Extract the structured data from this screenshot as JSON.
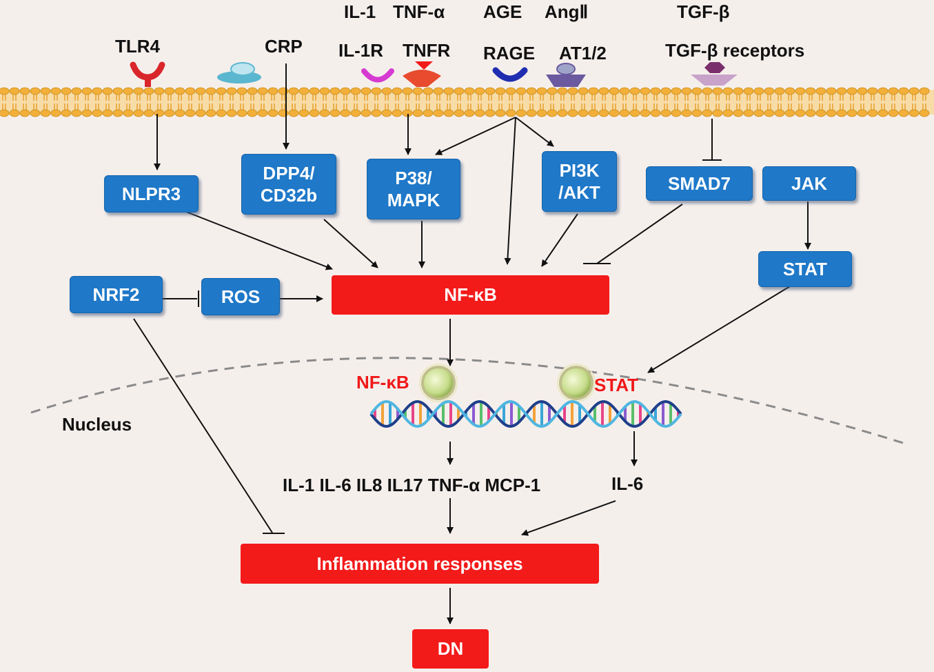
{
  "ligands": {
    "il1": "IL-1",
    "tnfa": "TNF-α",
    "age": "AGE",
    "ang": "AngⅡ",
    "tgfb": "TGF-β"
  },
  "receptors": {
    "tlr4": "TLR4",
    "crp": "CRP",
    "il1r": "IL-1R",
    "tnfr": "TNFR",
    "rage": "RAGE",
    "at12": "AT1/2",
    "tgfb_receptors": "TGF-β receptors"
  },
  "nodes": {
    "nlpr3": "NLPR3",
    "dpp4_line1": "DPP4/",
    "dpp4_line2": "CD32b",
    "p38_line1": "P38/",
    "p38_line2": "MAPK",
    "pi3k_line1": "PI3K",
    "pi3k_line2": "/AKT",
    "smad7": "SMAD7",
    "jak": "JAK",
    "stat": "STAT",
    "nrf2": "NRF2",
    "ros": "ROS",
    "nfkb": "NF-κB",
    "inflammation": "Inflammation responses",
    "dn": "DN"
  },
  "nucleus": {
    "label": "Nucleus",
    "nfkb_tf": "NF-κB",
    "stat_tf": "STAT",
    "cytokines": "IL-1 IL-6 IL8 IL17 TNF-α MCP-1",
    "il6": "IL-6"
  },
  "colors": {
    "background": "#f5efec",
    "node_blue": "#1f78c8",
    "node_red": "#f31a1a",
    "membrane_head": "#f2b03a",
    "membrane_tail": "#e8a02a"
  }
}
